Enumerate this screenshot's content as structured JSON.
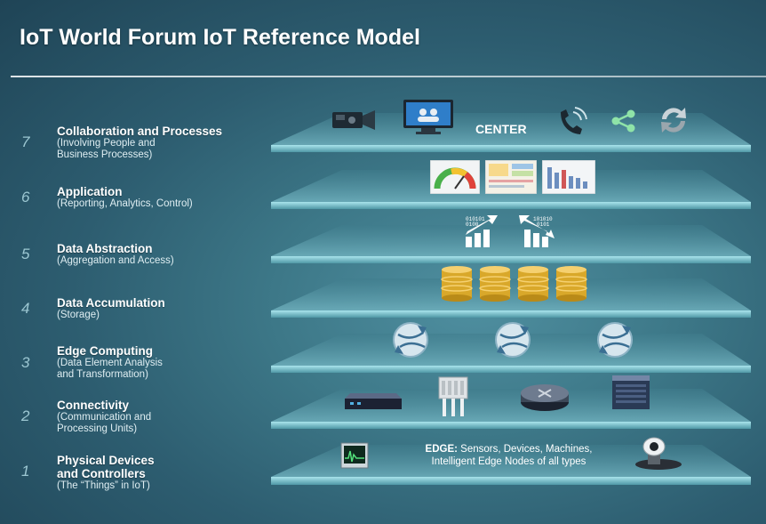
{
  "title": "IoT World Forum IoT Reference Model",
  "layers": [
    {
      "number": "7",
      "name": "Collaboration and Processes",
      "desc1": "(Involving People and",
      "desc2": "Business Processes)"
    },
    {
      "number": "6",
      "name": "Application",
      "desc1": "(Reporting, Analytics, Control)",
      "desc2": ""
    },
    {
      "number": "5",
      "name": "Data Abstraction",
      "desc1": "(Aggregation and Access)",
      "desc2": ""
    },
    {
      "number": "4",
      "name": "Data Accumulation",
      "desc1": "(Storage)",
      "desc2": ""
    },
    {
      "number": "3",
      "name": "Edge Computing",
      "desc1": "(Data Element Analysis",
      "desc2": "and Transformation)"
    },
    {
      "number": "2",
      "name": "Connectivity",
      "desc1": "(Communication and",
      "desc2": "Processing Units)"
    },
    {
      "number": "1",
      "name": "Physical Devices",
      "name2": "and Controllers",
      "desc1": "(The “Things” in IoT)",
      "desc2": ""
    }
  ],
  "center_label": "CENTER",
  "edge_label": {
    "bold": "EDGE:",
    "line1": "Sensors, Devices, Machines,",
    "line2": "Intelligent Edge Nodes of all types"
  },
  "icons": {
    "layer7": [
      "video-camera-icon",
      "monitor-icon",
      "phone-icon",
      "share-icon",
      "sync-icon"
    ],
    "layer6": [
      "gauge-icon",
      "dashboard-icon",
      "bar-report-icon"
    ],
    "layer5": [
      "data-up-icon",
      "data-down-icon"
    ],
    "layer4": [
      "database-icon",
      "database-icon",
      "database-icon",
      "database-icon"
    ],
    "layer3": [
      "globe-icon",
      "globe-icon",
      "globe-icon"
    ],
    "layer2": [
      "switch-icon",
      "gateway-icon",
      "router-icon",
      "server-icon"
    ],
    "layer1": [
      "oscilloscope-icon",
      "telepresence-icon"
    ]
  },
  "colors": {
    "platform_top": "#5a9cab",
    "platform_edge": "#8fd2dd",
    "title_text": "#ffffff",
    "layer_number": "#9cc7d2"
  }
}
